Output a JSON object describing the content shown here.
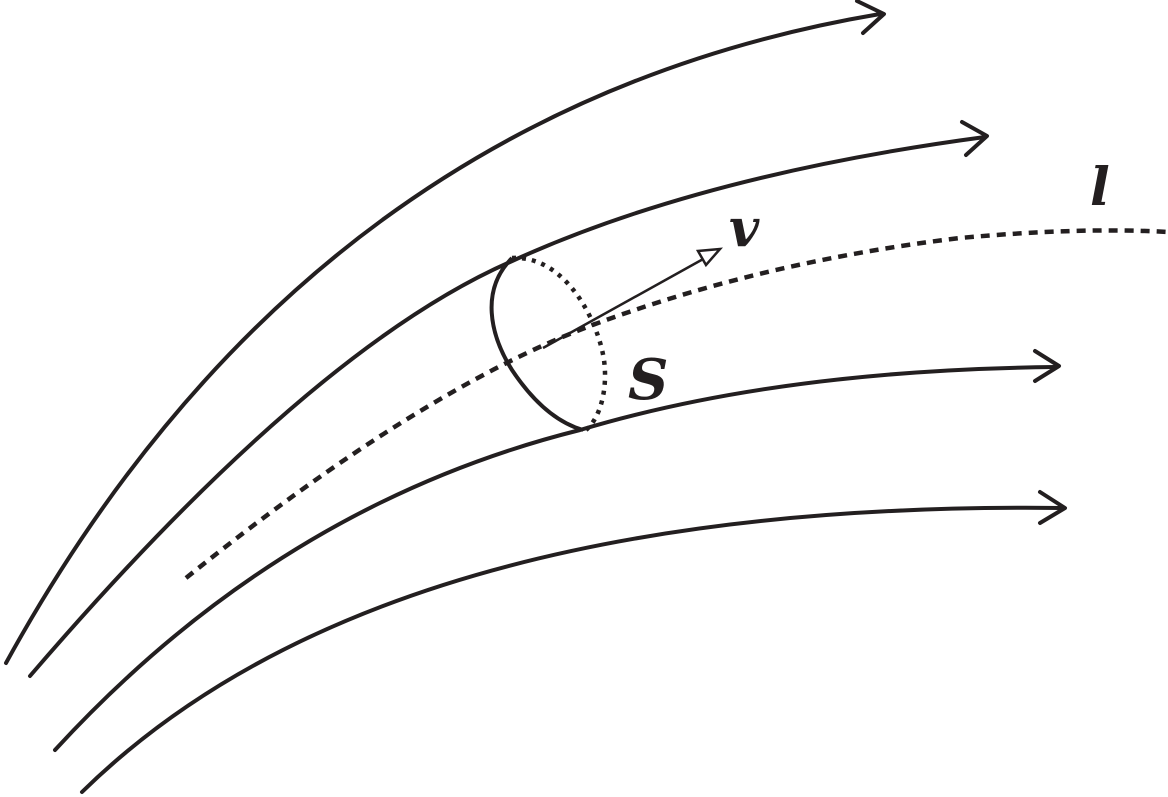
{
  "labels": {
    "velocity": "v",
    "cross_section": "S",
    "stream_tube_axis": "l"
  },
  "colors": {
    "ink": "#231f20",
    "background": "#ffffff"
  },
  "streamline_count": 4
}
